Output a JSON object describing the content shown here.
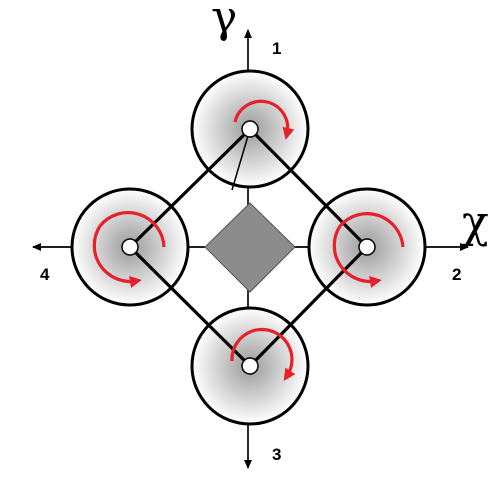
{
  "axes": {
    "vertical_label": "γ",
    "horizontal_label": "χ"
  },
  "motors": [
    {
      "label": "1",
      "rotation": "clockwise"
    },
    {
      "label": "2",
      "rotation": "counter-clockwise"
    },
    {
      "label": "3",
      "rotation": "clockwise"
    },
    {
      "label": "4",
      "rotation": "counter-clockwise"
    }
  ],
  "colors": {
    "frame": "#000000",
    "rotation_arrow": "#e8202a",
    "center_body": "#8c8c8c",
    "rotor_gradient_inner": "#9a9a9a",
    "rotor_gradient_outer": "#ffffff"
  }
}
